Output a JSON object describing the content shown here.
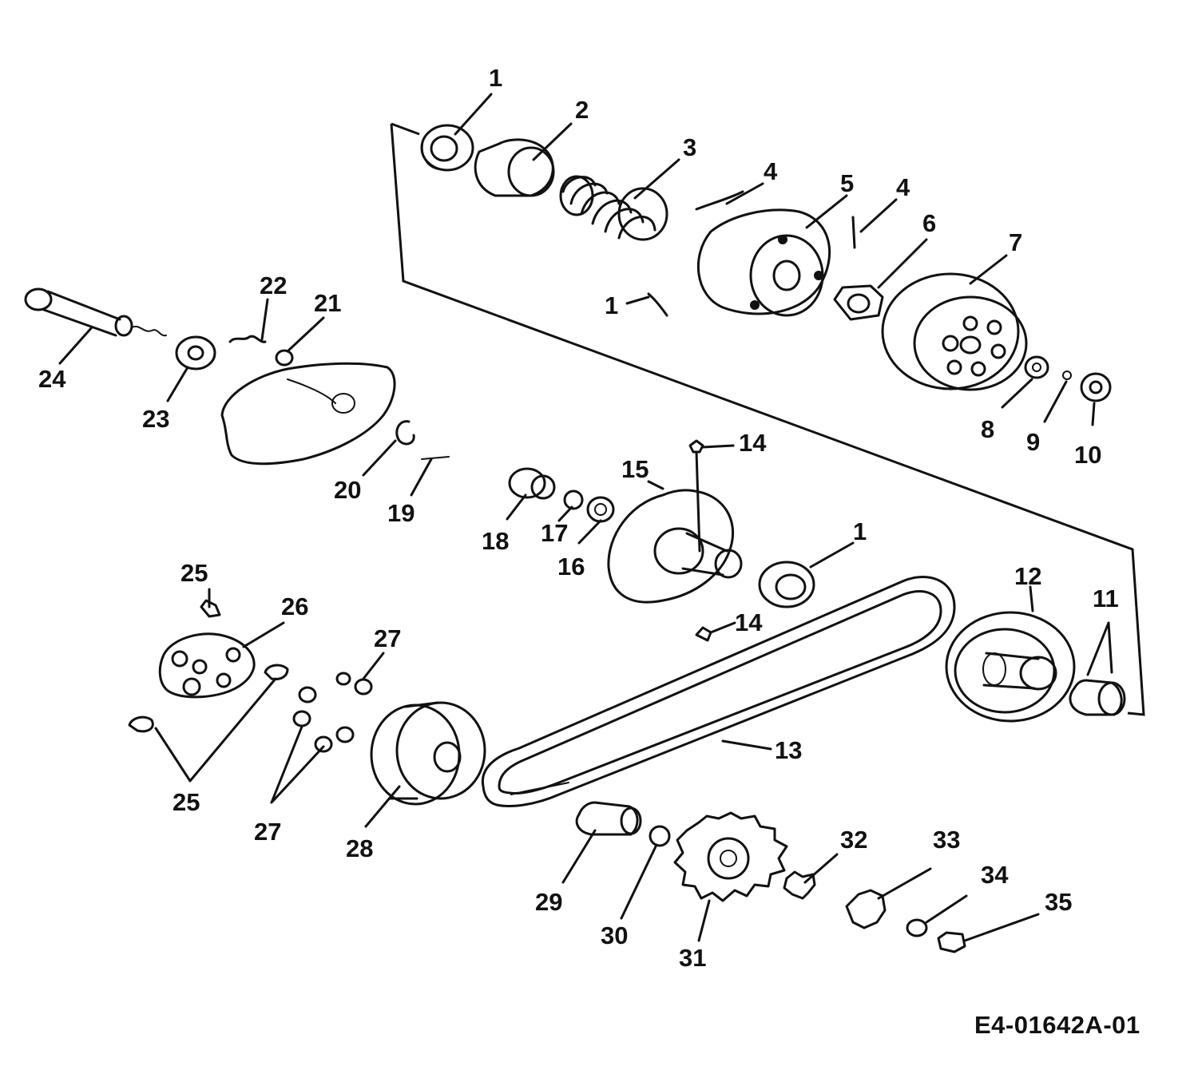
{
  "drawing_code": "E4-01642A-01",
  "labels": [
    {
      "key": "l1a",
      "text": "1"
    },
    {
      "key": "l2",
      "text": "2"
    },
    {
      "key": "l3",
      "text": "3"
    },
    {
      "key": "l4a",
      "text": "4"
    },
    {
      "key": "l5",
      "text": "5"
    },
    {
      "key": "l4b",
      "text": "4"
    },
    {
      "key": "l6",
      "text": "6"
    },
    {
      "key": "l7",
      "text": "7"
    },
    {
      "key": "l1b",
      "text": "1"
    },
    {
      "key": "l8",
      "text": "8"
    },
    {
      "key": "l9",
      "text": "9"
    },
    {
      "key": "l10",
      "text": "10"
    },
    {
      "key": "l22",
      "text": "22"
    },
    {
      "key": "l21",
      "text": "21"
    },
    {
      "key": "l24",
      "text": "24"
    },
    {
      "key": "l23",
      "text": "23"
    },
    {
      "key": "l20",
      "text": "20"
    },
    {
      "key": "l19",
      "text": "19"
    },
    {
      "key": "l14a",
      "text": "14"
    },
    {
      "key": "l15",
      "text": "15"
    },
    {
      "key": "l18",
      "text": "18"
    },
    {
      "key": "l17",
      "text": "17"
    },
    {
      "key": "l16",
      "text": "16"
    },
    {
      "key": "l1c",
      "text": "1"
    },
    {
      "key": "l12",
      "text": "12"
    },
    {
      "key": "l11",
      "text": "11"
    },
    {
      "key": "l14b",
      "text": "14"
    },
    {
      "key": "l25a",
      "text": "25"
    },
    {
      "key": "l26",
      "text": "26"
    },
    {
      "key": "l27a",
      "text": "27"
    },
    {
      "key": "l13",
      "text": "13"
    },
    {
      "key": "l25b",
      "text": "25"
    },
    {
      "key": "l27b",
      "text": "27"
    },
    {
      "key": "l28",
      "text": "28"
    },
    {
      "key": "l32",
      "text": "32"
    },
    {
      "key": "l33",
      "text": "33"
    },
    {
      "key": "l34",
      "text": "34"
    },
    {
      "key": "l35",
      "text": "35"
    },
    {
      "key": "l29",
      "text": "29"
    },
    {
      "key": "l30",
      "text": "30"
    },
    {
      "key": "l31",
      "text": "31"
    }
  ]
}
